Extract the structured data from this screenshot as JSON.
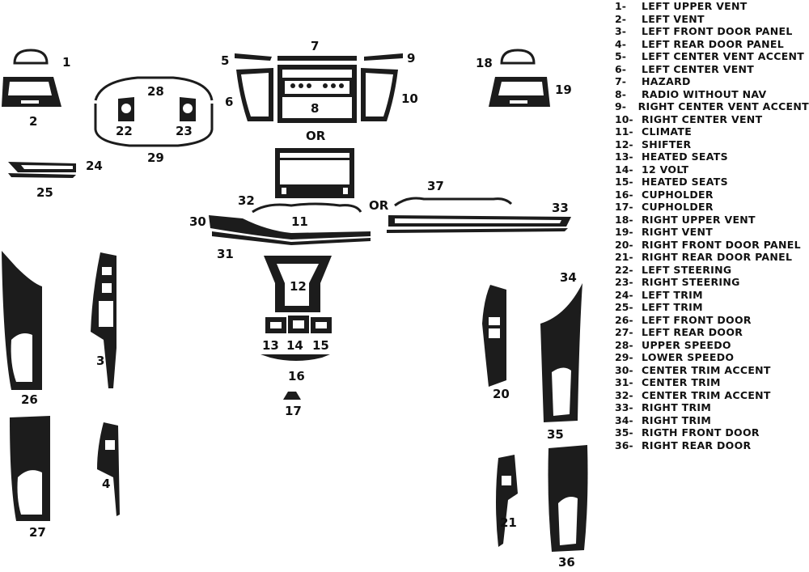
{
  "legend": [
    {
      "num": "1-",
      "label": "LEFT UPPER VENT"
    },
    {
      "num": "2-",
      "label": "LEFT VENT"
    },
    {
      "num": "3-",
      "label": "LEFT FRONT DOOR PANEL"
    },
    {
      "num": "4-",
      "label": "LEFT REAR DOOR PANEL"
    },
    {
      "num": "5-",
      "label": "LEFT CENTER VENT ACCENT"
    },
    {
      "num": "6-",
      "label": "LEFT CENTER VENT"
    },
    {
      "num": "7-",
      "label": "HAZARD"
    },
    {
      "num": "8-",
      "label": "RADIO WITHOUT NAV"
    },
    {
      "num": "9-",
      "label": "RIGHT CENTER VENT ACCENT"
    },
    {
      "num": "10-",
      "label": "RIGHT CENTER VENT"
    },
    {
      "num": "11-",
      "label": "CLIMATE"
    },
    {
      "num": "12-",
      "label": "SHIFTER"
    },
    {
      "num": "13-",
      "label": "HEATED SEATS"
    },
    {
      "num": "14-",
      "label": "12 VOLT"
    },
    {
      "num": "15-",
      "label": "HEATED SEATS"
    },
    {
      "num": "16-",
      "label": "CUPHOLDER"
    },
    {
      "num": "17-",
      "label": "CUPHOLDER"
    },
    {
      "num": "18-",
      "label": "RIGHT UPPER VENT"
    },
    {
      "num": "19-",
      "label": "RIGHT VENT"
    },
    {
      "num": "20-",
      "label": "RIGHT FRONT DOOR PANEL"
    },
    {
      "num": "21-",
      "label": "RIGHT REAR DOOR PANEL"
    },
    {
      "num": "22-",
      "label": "LEFT STEERING"
    },
    {
      "num": "23-",
      "label": "RIGHT STEERING"
    },
    {
      "num": "24-",
      "label": "LEFT TRIM"
    },
    {
      "num": "25-",
      "label": "LEFT TRIM"
    },
    {
      "num": "26-",
      "label": "LEFT FRONT DOOR"
    },
    {
      "num": "27-",
      "label": "LEFT REAR DOOR"
    },
    {
      "num": "28-",
      "label": "UPPER SPEEDO"
    },
    {
      "num": "29-",
      "label": "LOWER SPEEDO"
    },
    {
      "num": "30-",
      "label": "CENTER TRIM ACCENT"
    },
    {
      "num": "31-",
      "label": "CENTER TRIM"
    },
    {
      "num": "32-",
      "label": "CENTER TRIM ACCENT"
    },
    {
      "num": "33-",
      "label": "RIGHT TRIM"
    },
    {
      "num": "34-",
      "label": "RIGHT TRIM"
    },
    {
      "num": "35-",
      "label": "RIGTH FRONT DOOR"
    },
    {
      "num": "36-",
      "label": "RIGHT REAR DOOR"
    }
  ],
  "callouts": {
    "n1": "1",
    "n2": "2",
    "n3": "3",
    "n4": "4",
    "n5": "5",
    "n6": "6",
    "n7": "7",
    "n8": "8",
    "n9": "9",
    "n10": "10",
    "n11": "11",
    "n12": "12",
    "n13": "13",
    "n14": "14",
    "n15": "15",
    "n16": "16",
    "n17": "17",
    "n18": "18",
    "n19": "19",
    "n20": "20",
    "n21": "21",
    "n22": "22",
    "n23": "23",
    "n24": "24",
    "n25": "25",
    "n26": "26",
    "n27": "27",
    "n28": "28",
    "n29": "29",
    "n30": "30",
    "n31": "31",
    "n32": "32",
    "n33": "33",
    "n34": "34",
    "n35": "35",
    "n36": "36",
    "n37": "37"
  },
  "or_labels": {
    "or1": "OR",
    "or2": "OR"
  },
  "colors": {
    "part": "#1c1c1c",
    "background": "#ffffff"
  }
}
